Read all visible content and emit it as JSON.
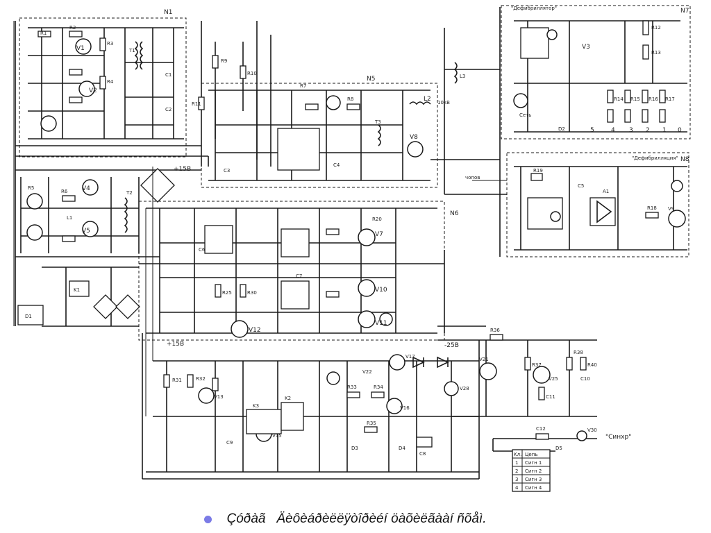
{
  "slide": {
    "caption": "Çóðàã   Äèôèáðèëëÿòîðèéí öàõèëãààí ñõåì.",
    "bullet_color": "#7b7be6"
  },
  "diagram": {
    "type": "circuit-schematic",
    "line_color": "#1a1a1a",
    "blocks": {
      "top_left": "N1",
      "top_right": "N7",
      "middle": "N5",
      "right": "N8",
      "center": "N6"
    },
    "header_labels": {
      "n7": "\"Дефибриллятор\"",
      "n8": "\"Дефибрилляция\""
    },
    "net_labels": {
      "plus15": "+15В",
      "plus15_b": "+15В",
      "minus25": "-25В",
      "ten_kv": "10кВ",
      "chopper": "чопов",
      "sinhr": "\"Синхр\"",
      "set": "Сеть"
    },
    "components": {
      "v1": "V1",
      "v2": "V2",
      "v3": "V3",
      "v4": "V4",
      "v5": "V5",
      "v7": "V7",
      "v8": "V8",
      "v9": "V9",
      "v10": "V10",
      "v11": "V11",
      "v12": "V12",
      "v13": "V13",
      "v15": "V15",
      "v16": "V16",
      "v17": "V17",
      "v21": "V21",
      "v22": "V22",
      "v25": "V25",
      "v28": "V28",
      "v30": "V30",
      "r1": "R1",
      "r2": "R2",
      "r3": "R3",
      "r4": "R4",
      "r5": "R5",
      "r6": "R6",
      "r7": "R7",
      "r8": "R8",
      "r9": "R9",
      "r10": "R10",
      "r11": "R11",
      "r12": "R12",
      "r13": "R13",
      "r14": "R14",
      "r15": "R15",
      "r16": "R16",
      "r17": "R17",
      "r18": "R18",
      "r19": "R19",
      "r20": "R20",
      "r25": "R25",
      "r30": "R30",
      "r31": "R31",
      "r32": "R32",
      "r33": "R33",
      "r34": "R34",
      "r35": "R35",
      "r36": "R36",
      "r37": "R37",
      "r38": "R38",
      "r40": "R40",
      "c1": "C1",
      "c2": "C2",
      "c3": "C3",
      "c4": "C4",
      "c5": "C5",
      "c6": "C6",
      "c7": "C7",
      "c8": "C8",
      "c9": "C9",
      "c10": "C10",
      "c11": "C11",
      "c12": "C12",
      "t1": "T1",
      "t2": "T2",
      "t3": "T3",
      "l1": "L1",
      "l2": "L2",
      "l3": "L3",
      "d1": "D1",
      "d2": "D2",
      "d3": "D3",
      "d4": "D4",
      "d5": "D5",
      "a1": "A1",
      "k1": "K1",
      "k2": "K2",
      "k3": "K3"
    },
    "energy_scale": [
      "5",
      "4",
      "3",
      "2",
      "1",
      "0"
    ],
    "energy_table": {
      "header": [
        "Kл.",
        "Цепь"
      ],
      "rows": [
        [
          "1",
          "Сигн 1"
        ],
        [
          "2",
          "Сигн 2"
        ],
        [
          "3",
          "Сигн 3"
        ],
        [
          "4",
          "Сигн 4"
        ]
      ]
    }
  }
}
